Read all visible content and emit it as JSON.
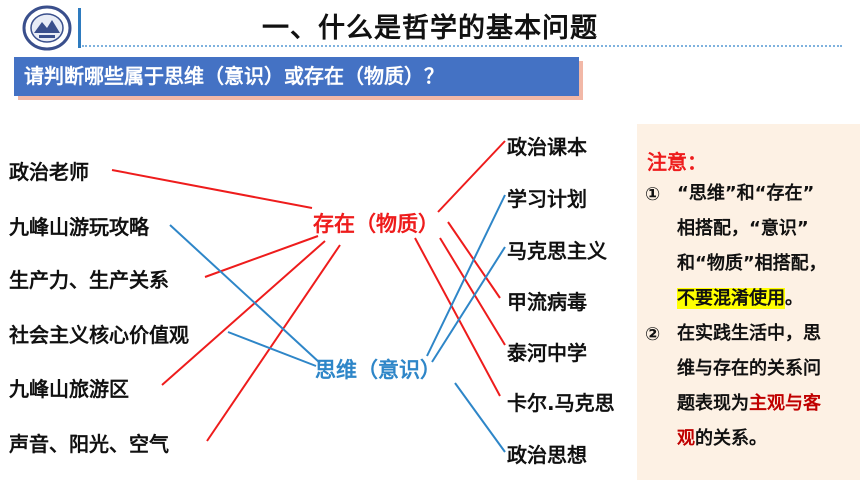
{
  "title": "一、什么是哲学的基本问题",
  "question": "请判断哪些属于思维（意识）或存在（物质）？",
  "center": {
    "existence": "存在（物质）",
    "thinking": "思维（意识）"
  },
  "left_items": [
    "政治老师",
    "九峰山游玩攻略",
    "生产力、生产关系",
    "社会主义核心价值观",
    "九峰山旅游区",
    "声音、阳光、空气"
  ],
  "right_items": [
    "政治课本",
    "学习计划",
    "马克思主义",
    "甲流病毒",
    "泰河中学",
    "卡尔.马克思",
    "政治思想"
  ],
  "colors": {
    "existence": "#ee1c1c",
    "thinking": "#2e86c8",
    "banner": "#4472c4",
    "note_bg": "#fdf1e4"
  },
  "note": {
    "title": "注意：",
    "n1": "①",
    "p1_l1": "“思维”和“存在”",
    "p1_l2": "相搭配，“意识”",
    "p1_l3": "和“物质”相搭配，",
    "p1_hl": "不要混淆使用",
    "p1_end": "。",
    "n2": "②",
    "p2_l1": "在实践生活中，思",
    "p2_l2": "维与存在的关系问",
    "p2_l3a": "题表现为",
    "p2_l3b": "主观与客",
    "p2_l4a": "观",
    "p2_l4b": "的关系。"
  }
}
